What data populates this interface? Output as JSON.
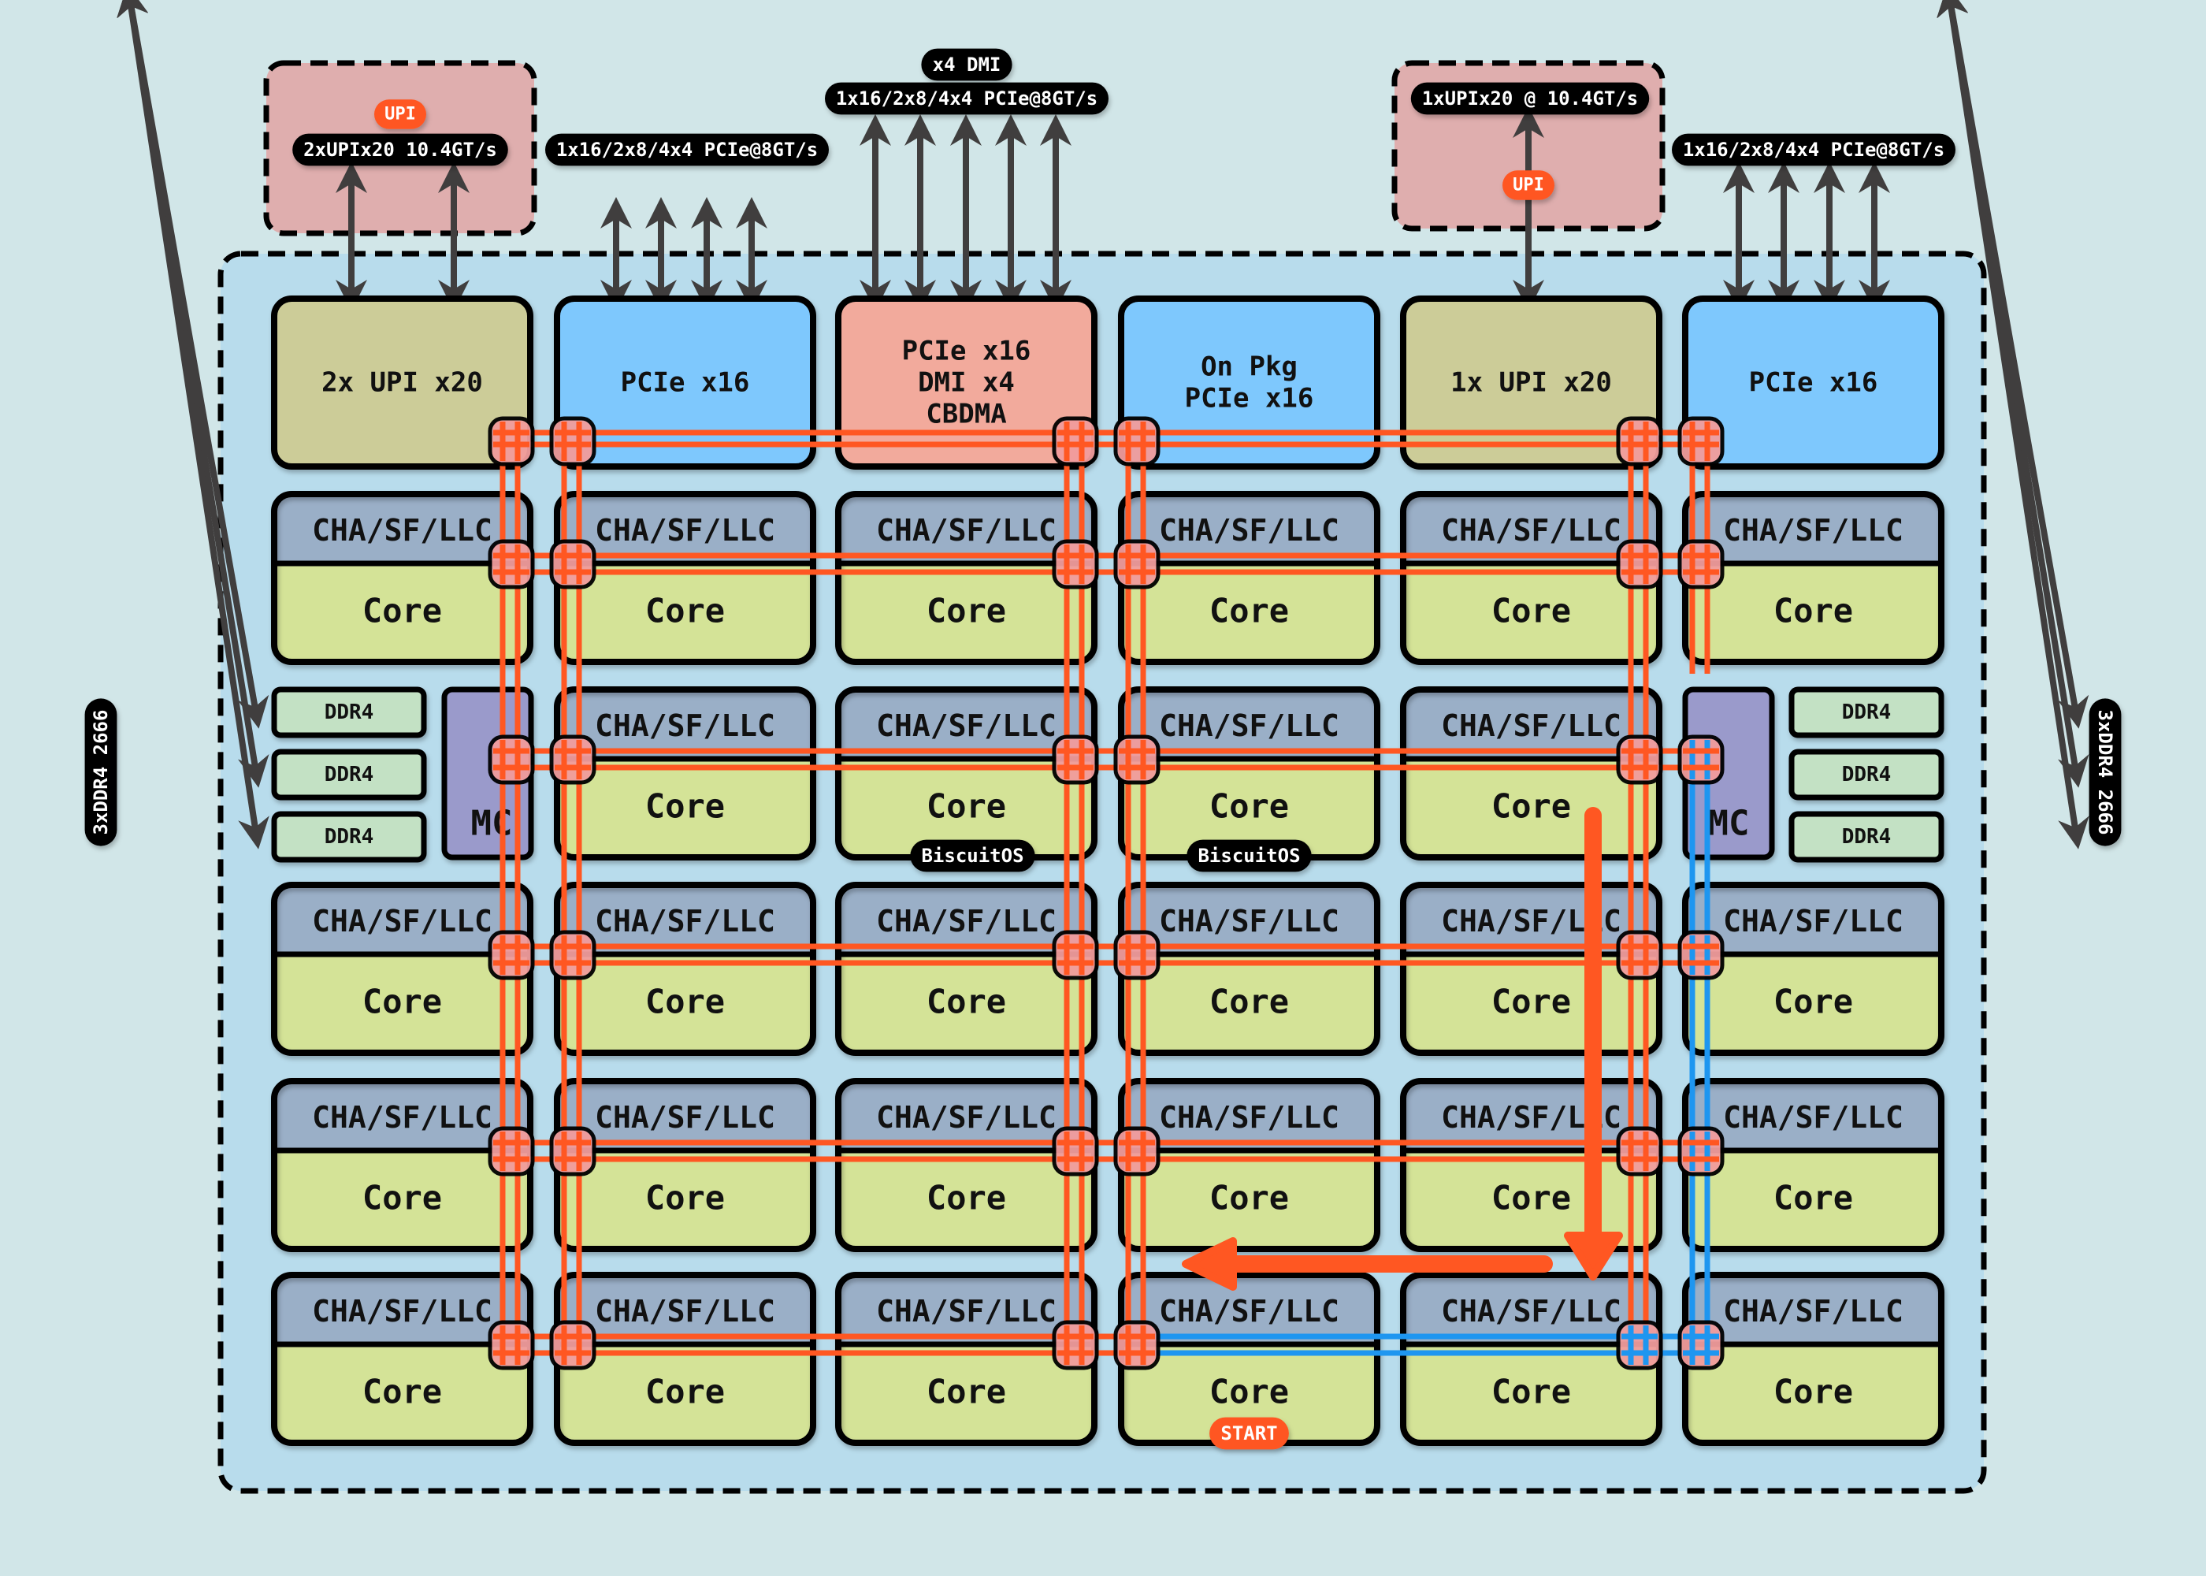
{
  "title": "Xeon Scalable mesh topology (6x6 tile layout)",
  "colors": {
    "background": "#d1e6e8",
    "package_fill": "#b8dcec",
    "upi_ext_fill": "#dfaeae",
    "tile_upi": "#cccc98",
    "tile_pcie": "#7ec8fd",
    "tile_dmi": "#f2aa9c",
    "tile_cha": "#9aafc7",
    "tile_core": "#d4e397",
    "tile_mc": "#9a9acb",
    "tile_ddr": "#c3e1c4",
    "mesh_red": "#ff5722",
    "mesh_blue": "#1e96f0",
    "stop_fill": "#f19c9c",
    "arrow_gray": "#403e3e",
    "pill_black": "#000000",
    "pill_orange": "#ff5722"
  },
  "external": {
    "left_upi": {
      "badge": "UPI",
      "label": "2xUPIx20 10.4GT/s",
      "links": 2
    },
    "right_upi": {
      "badge": "UPI",
      "label": "1xUPIx20 @ 10.4GT/s",
      "links": 1
    },
    "pcie_left": {
      "label": "1x16/2x8/4x4 PCIe@8GT/s",
      "links": 4
    },
    "pcie_center": {
      "top_label": "x4 DMI",
      "label": "1x16/2x8/4x4 PCIe@8GT/s",
      "links": 5
    },
    "pcie_right": {
      "label": "1x16/2x8/4x4 PCIe@8GT/s",
      "links": 4
    },
    "ddr_left": {
      "label": "3xDDR4 2666",
      "channels": 3
    },
    "ddr_right": {
      "label": "3xDDR4 2666",
      "channels": 3
    }
  },
  "top_row": [
    {
      "id": "upi-2x",
      "lines": [
        "2x UPI x20"
      ],
      "kind": "upi"
    },
    {
      "id": "pcie-x16-a",
      "lines": [
        "PCIe x16"
      ],
      "kind": "pcie"
    },
    {
      "id": "pcie-dmi-cbdma",
      "lines": [
        "PCIe x16",
        "DMI x4",
        "CBDMA"
      ],
      "kind": "dmi"
    },
    {
      "id": "on-pkg-pcie",
      "lines": [
        "On Pkg",
        "PCIe x16"
      ],
      "kind": "pcie"
    },
    {
      "id": "upi-1x",
      "lines": [
        "1x UPI x20"
      ],
      "kind": "upi"
    },
    {
      "id": "pcie-x16-b",
      "lines": [
        "PCIe x16"
      ],
      "kind": "pcie"
    }
  ],
  "core_tile": {
    "cha_label": "CHA/SF/LLC",
    "core_label": "Core"
  },
  "memory_controller": {
    "label": "MC",
    "dimm_label": "DDR4"
  },
  "badges": {
    "biscuitos": "BiscuitOS",
    "start": "START"
  },
  "grid": {
    "columns": 6,
    "rows": 5,
    "mc_row": 1,
    "mc_columns": [
      0,
      5
    ]
  },
  "biscuitos_tiles": [
    [
      1,
      2
    ],
    [
      1,
      3
    ]
  ],
  "start_tile": [
    4,
    3
  ],
  "route": {
    "description": "Packet path: down column 4 then left along row 4 to START tile",
    "steps": [
      "down",
      "left"
    ]
  }
}
